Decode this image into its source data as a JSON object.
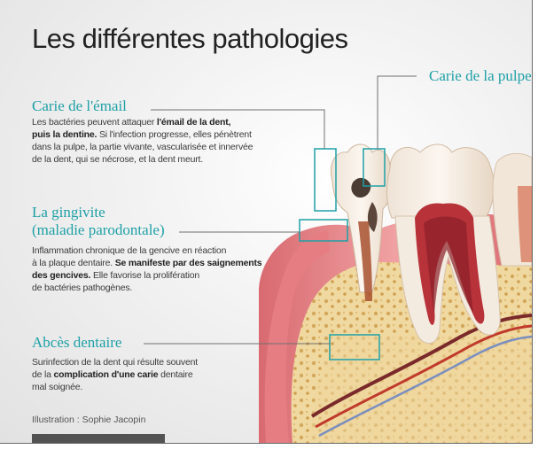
{
  "title": "Les différentes pathologies",
  "labels": {
    "pulpe": "Carie de la pulpe",
    "email": "Carie de l'émail",
    "gingivite_1": "La gingivite",
    "gingivite_2": "(maladie parodontale)",
    "abces": "Abcès dentaire"
  },
  "texts": {
    "email": {
      "t1": "Les bactéries peuvent attaquer ",
      "b1": "l'émail de la dent,",
      "b2": "puis la dentine.",
      "t2": " Si l'infection progresse, elles pénètrent",
      "l3": "dans la pulpe, la partie vivante, vascularisée et innervée",
      "l4": "de la dent, qui se nécrose, et la dent meurt."
    },
    "gingivite": {
      "l1": "Inflammation chronique de la gencive en réaction",
      "t2": "à la plaque dentaire. ",
      "b1": "Se manifeste par des saignements",
      "b2": "des gencives.",
      "t3": " Elle favorise la prolifération",
      "l4": "de bactéries pathogènes."
    },
    "abces": {
      "l1": "Surinfection de la dent qui résulte souvent",
      "t2": "de la ",
      "b1": "complication d'une carie",
      "t3": " dentaire",
      "l3": "mal soignée."
    }
  },
  "credit": "Illustration : Sophie Jacopin",
  "colors": {
    "accent": "#1ea0a6",
    "gum": "#e7868a",
    "bone": "#ecd39a",
    "enamel": "#f6efe6",
    "pulp": "#b8323a"
  }
}
